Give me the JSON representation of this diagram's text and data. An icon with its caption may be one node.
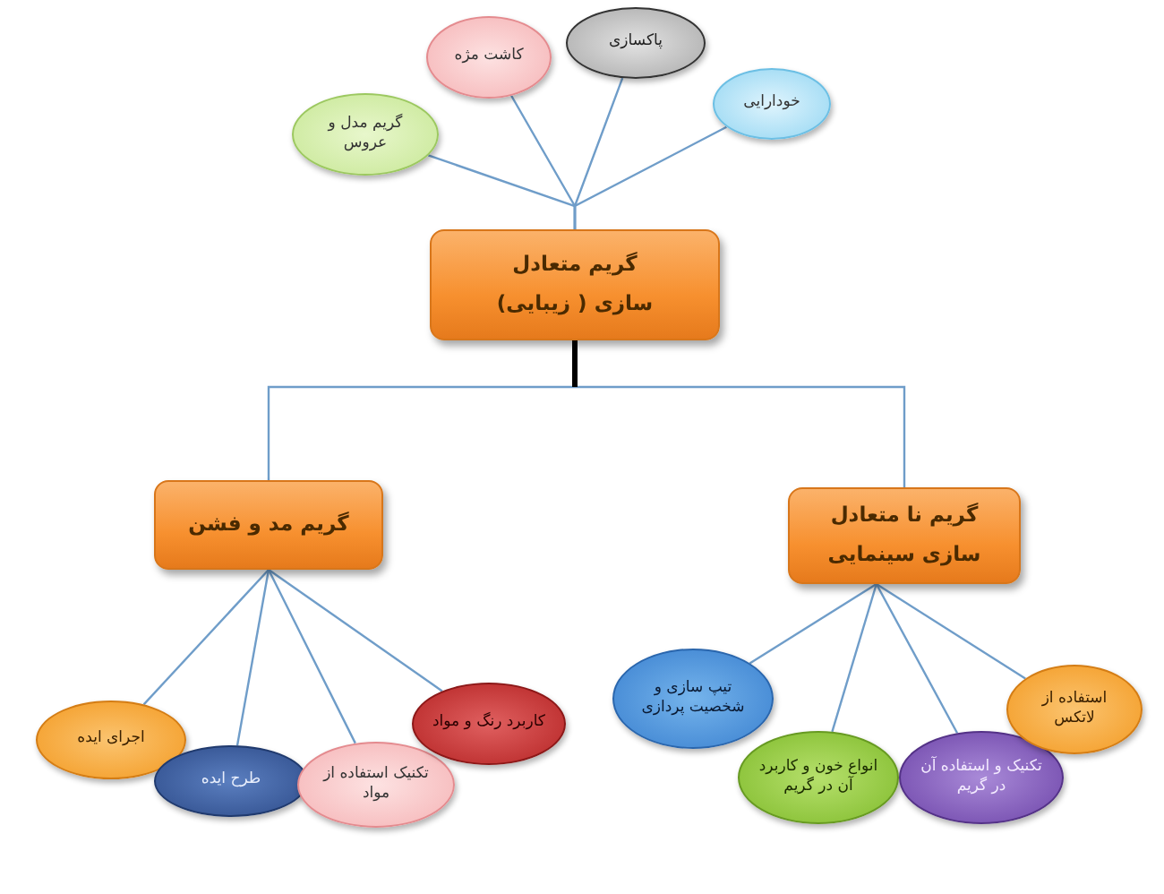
{
  "diagram": {
    "nodes": [
      {
        "text": [
          "گریم مدل و عروس"
        ]
      },
      {
        "text": [
          "کاشت مژه"
        ]
      },
      {
        "text": [
          "پاکسازی"
        ]
      },
      {
        "text": [
          "خودارایی"
        ]
      },
      {
        "text": [
          "گریم متعادل سازی ( زیبایی)"
        ]
      },
      {
        "text": [
          "گریم مد و فشن"
        ]
      },
      {
        "text": [
          "گریم نا متعادل سازی سینمایی"
        ]
      },
      {
        "text": [
          "اجرای ایده"
        ]
      },
      {
        "text": [
          "طرح ایده"
        ]
      },
      {
        "text": [
          "تکنیک استفاده از مواد"
        ]
      },
      {
        "text": [
          "کاربرد رنگ و مواد"
        ]
      },
      {
        "text": [
          "تیپ سازی و شخصیت پردازی"
        ]
      },
      {
        "text": [
          "انواع خون و کاربرد آن در گریم"
        ]
      },
      {
        "text": [
          "تکنیک و استفاده آن در گریم"
        ]
      },
      {
        "text": [
          "استفاده از لاتکس"
        ]
      }
    ],
    "edges": [
      {
        "from": 4,
        "to": 0,
        "arrow": "none"
      },
      {
        "from": 4,
        "to": 1,
        "arrow": "none"
      },
      {
        "from": 4,
        "to": 2,
        "arrow": "none"
      },
      {
        "from": 4,
        "to": 3,
        "arrow": "none"
      },
      {
        "from": 4,
        "to": 5,
        "arrow": "none"
      },
      {
        "from": 4,
        "to": 6,
        "arrow": "none"
      },
      {
        "from": 5,
        "to": 7,
        "arrow": "none"
      },
      {
        "from": 5,
        "to": 8,
        "arrow": "none"
      },
      {
        "from": 5,
        "to": 9,
        "arrow": "none"
      },
      {
        "from": 5,
        "to": 10,
        "arrow": "none"
      },
      {
        "from": 6,
        "to": 11,
        "arrow": "none"
      },
      {
        "from": 6,
        "to": 12,
        "arrow": "none"
      },
      {
        "from": 6,
        "to": 13,
        "arrow": "none"
      },
      {
        "from": 6,
        "to": 14,
        "arrow": "none"
      }
    ]
  }
}
